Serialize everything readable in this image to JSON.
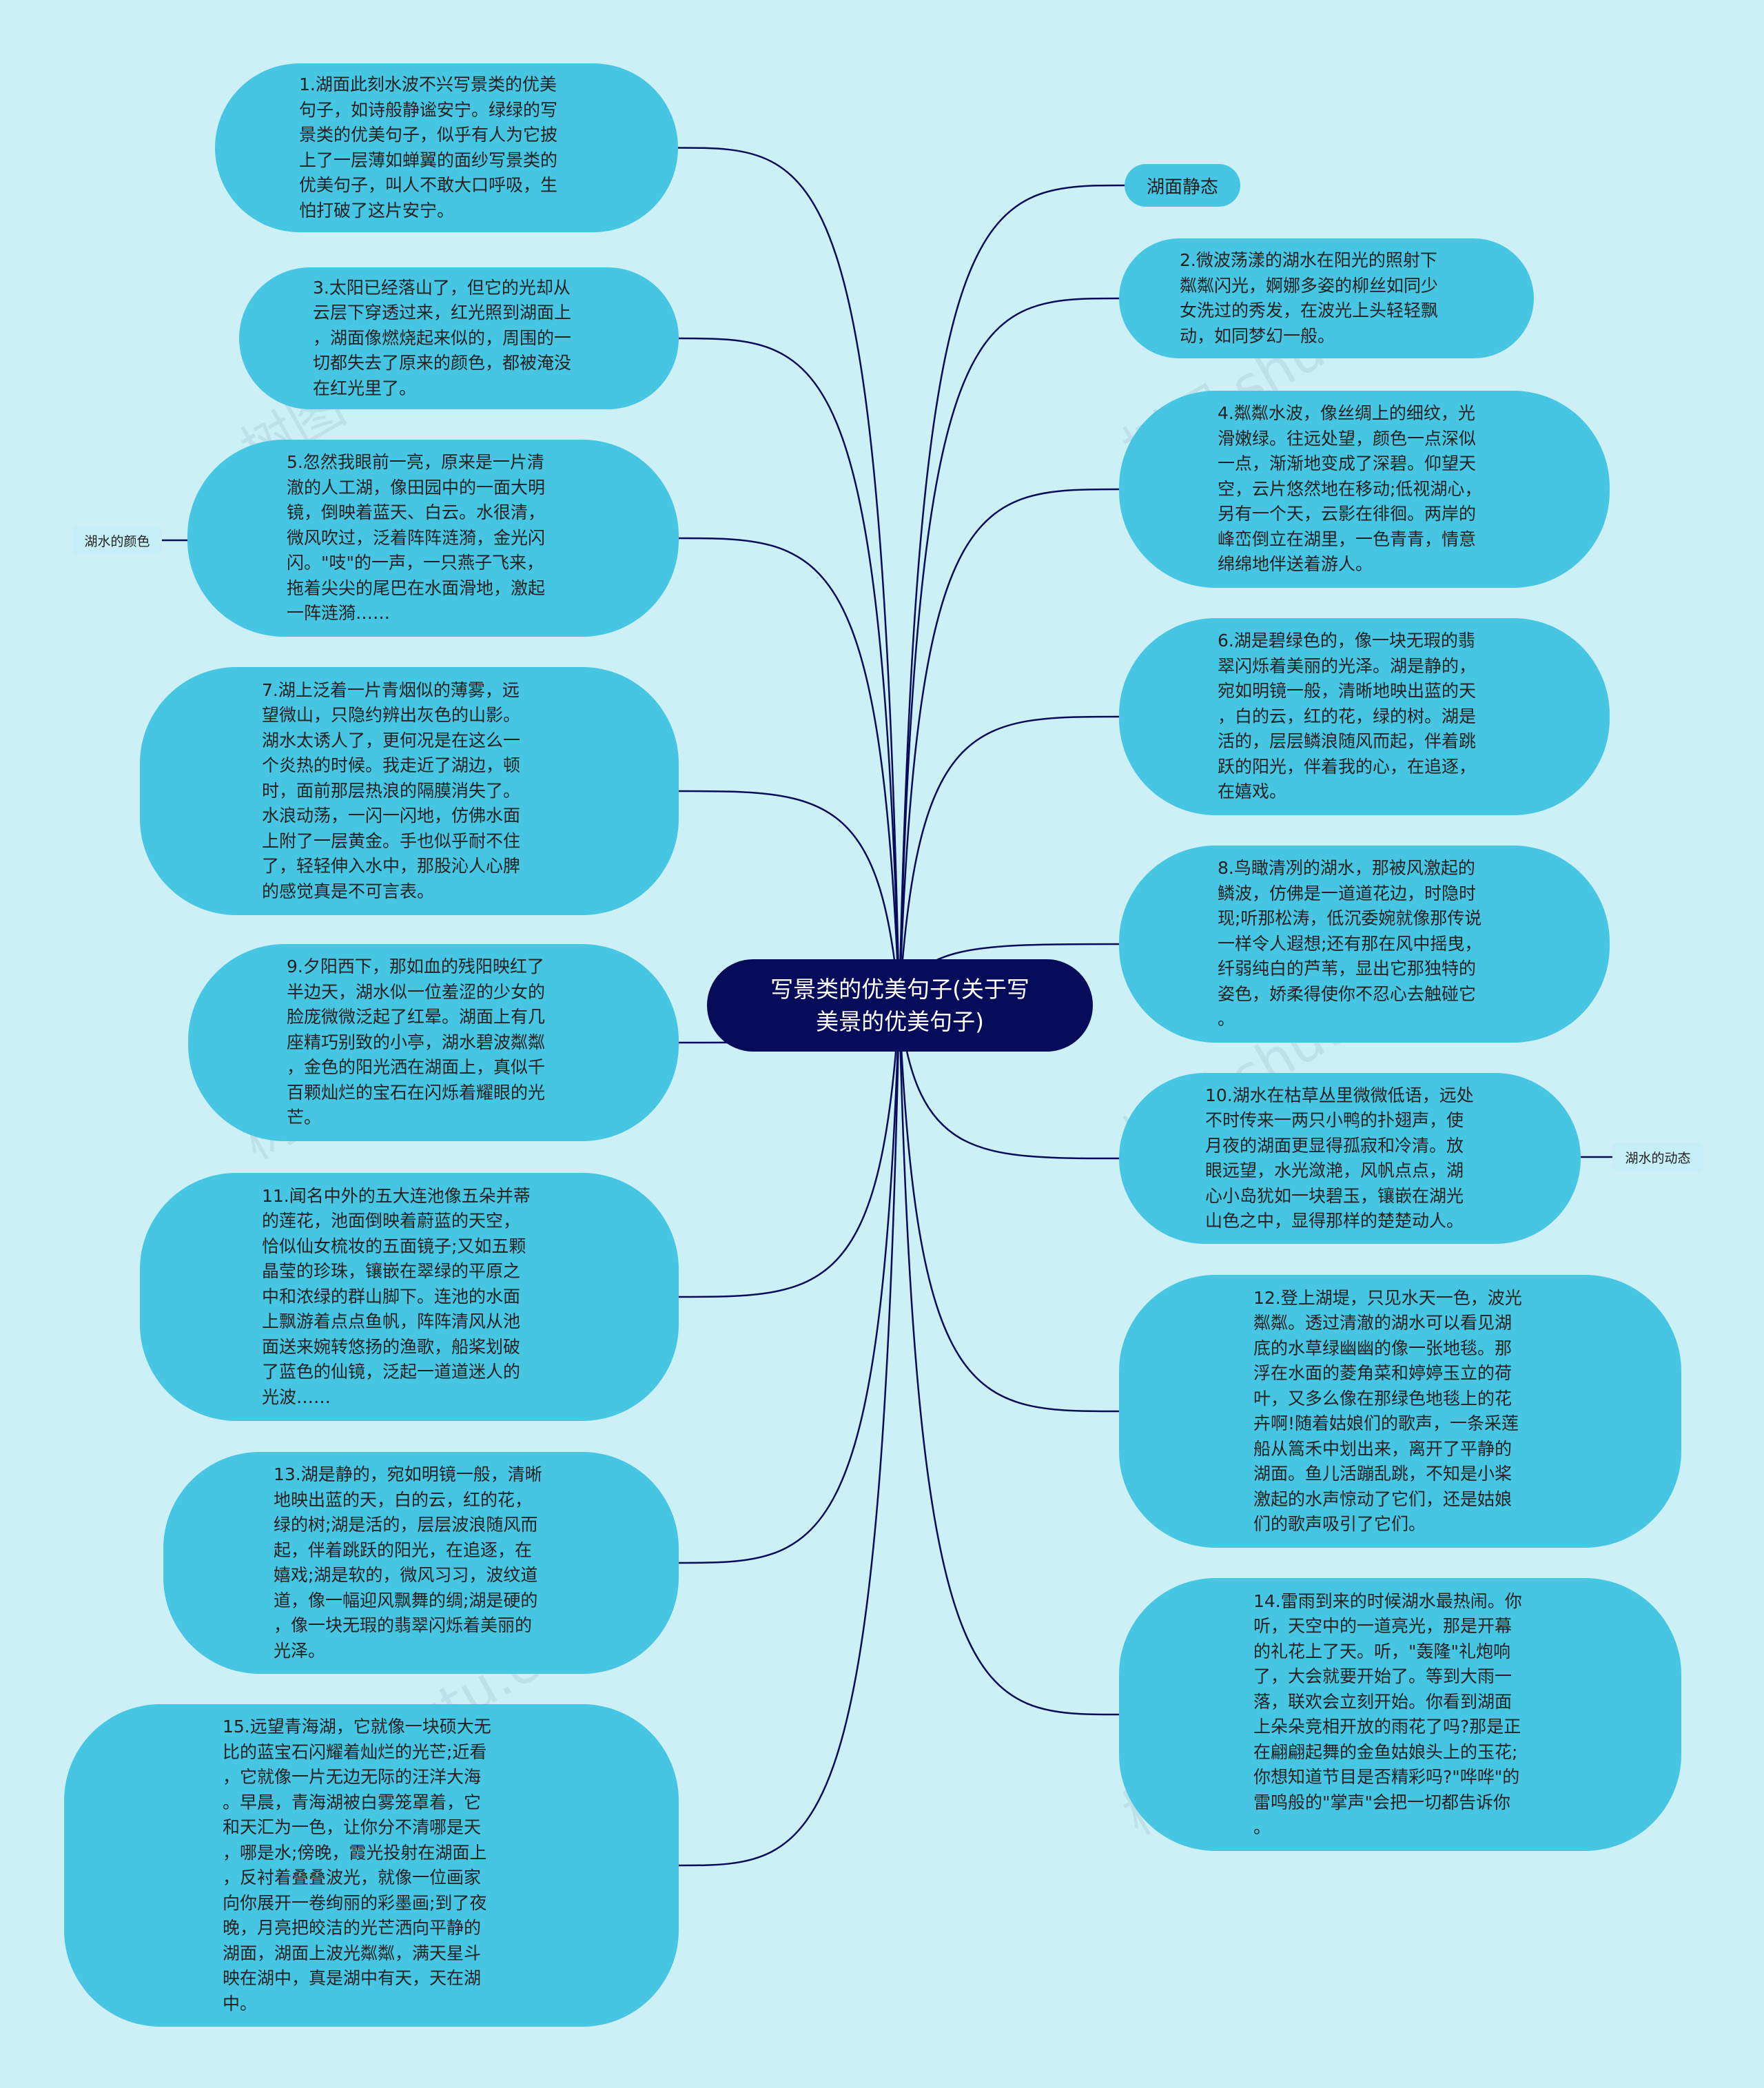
{
  "root": {
    "text": "写景类的优美句子(关于写\n美景的优美句子)"
  },
  "tags": {
    "left": "湖水的颜色",
    "top_right": "湖面静态",
    "right": "湖水的动态"
  },
  "left_nodes": [
    {
      "id": "n1",
      "text": "1.湖面此刻水波不兴写景类的优美\n句子，如诗般静谧安宁。绿绿的写\n景类的优美句子，似乎有人为它披\n上了一层薄如蝉翼的面纱写景类的\n优美句子，叫人不敢大口呼吸，生\n怕打破了这片安宁。"
    },
    {
      "id": "n3",
      "text": "3.太阳已经落山了，但它的光却从\n云层下穿透过来，红光照到湖面上\n，湖面像燃烧起来似的，周围的一\n切都失去了原来的颜色，都被淹没\n在红光里了。"
    },
    {
      "id": "n5",
      "text": "5.忽然我眼前一亮，原来是一片清\n澈的人工湖，像田园中的一面大明\n镜，倒映着蓝天、白云。水很清，\n微风吹过，泛着阵阵涟漪，金光闪\n闪。\"吱\"的一声，一只燕子飞来，\n拖着尖尖的尾巴在水面滑地，激起\n一阵涟漪……"
    },
    {
      "id": "n7",
      "text": "7.湖上泛着一片青烟似的薄雾，远\n望微山，只隐约辨出灰色的山影。\n湖水太诱人了，更何况是在这么一\n个炎热的时候。我走近了湖边，顿\n时，面前那层热浪的隔膜消失了。\n水浪动荡，一闪一闪地，仿佛水面\n上附了一层黄金。手也似乎耐不住\n了，轻轻伸入水中，那股沁人心脾\n的感觉真是不可言表。"
    },
    {
      "id": "n9",
      "text": "9.夕阳西下，那如血的残阳映红了\n半边天，湖水似一位羞涩的少女的\n脸庞微微泛起了红晕。湖面上有几\n座精巧别致的小亭，湖水碧波粼粼\n，金色的阳光洒在湖面上，真似千\n百颗灿烂的宝石在闪烁着耀眼的光\n芒。"
    },
    {
      "id": "n11",
      "text": "11.闻名中外的五大连池像五朵并蒂\n的莲花，池面倒映着蔚蓝的天空，\n恰似仙女梳妆的五面镜子;又如五颗\n晶莹的珍珠，镶嵌在翠绿的平原之\n中和浓绿的群山脚下。连池的水面\n上飘游着点点鱼帆，阵阵清风从池\n面送来婉转悠扬的渔歌，船桨划破\n了蓝色的仙镜，泛起一道道迷人的\n光波……"
    },
    {
      "id": "n13",
      "text": "13.湖是静的，宛如明镜一般，清晰\n地映出蓝的天，白的云，红的花，\n绿的树;湖是活的，层层波浪随风而\n起，伴着跳跃的阳光，在追逐，在\n嬉戏;湖是软的，微风习习，波纹道\n道，像一幅迎风飘舞的绸;湖是硬的\n，像一块无瑕的翡翠闪烁着美丽的\n光泽。"
    },
    {
      "id": "n15",
      "text": "15.远望青海湖，它就像一块硕大无\n比的蓝宝石闪耀着灿烂的光芒;近看\n，它就像一片无边无际的汪洋大海\n。早晨，青海湖被白雾笼罩着，它\n和天汇为一色，让你分不清哪是天\n，哪是水;傍晚，霞光投射在湖面上\n，反衬着叠叠波光，就像一位画家\n向你展开一卷绚丽的彩墨画;到了夜\n晚，月亮把皎洁的光芒洒向平静的\n湖面，湖面上波光粼粼，满天星斗\n映在湖中，真是湖中有天，天在湖\n中。"
    }
  ],
  "right_nodes": [
    {
      "id": "n2",
      "text": "2.微波荡漾的湖水在阳光的照射下\n粼粼闪光，婀娜多姿的柳丝如同少\n女洗过的秀发，在波光上头轻轻飘\n动，如同梦幻一般。"
    },
    {
      "id": "n4",
      "text": "4.粼粼水波，像丝绸上的细纹，光\n滑嫩绿。往远处望，颜色一点深似\n一点，渐渐地变成了深碧。仰望天\n空，云片悠然地在移动;低视湖心，\n另有一个天，云影在徘徊。两岸的\n峰峦倒立在湖里，一色青青，情意\n绵绵地伴送着游人。"
    },
    {
      "id": "n6",
      "text": "6.湖是碧绿色的，像一块无瑕的翡\n翠闪烁着美丽的光泽。湖是静的，\n宛如明镜一般，清晰地映出蓝的天\n，白的云，红的花，绿的树。湖是\n活的，层层鳞浪随风而起，伴着跳\n跃的阳光，伴着我的心，在追逐，\n在嬉戏。"
    },
    {
      "id": "n8",
      "text": "8.鸟瞰清冽的湖水，那被风激起的\n鳞波，仿佛是一道道花边，时隐时\n现;听那松涛，低沉委婉就像那传说\n一样令人遐想;还有那在风中摇曳，\n纤弱纯白的芦苇，显出它那独特的\n姿色，娇柔得使你不忍心去触碰它\n。"
    },
    {
      "id": "n10",
      "text": "10.湖水在枯草丛里微微低语，远处\n不时传来一两只小鸭的扑翅声，使\n月夜的湖面更显得孤寂和冷清。放\n眼远望，水光潋滟，风帆点点，湖\n心小岛犹如一块碧玉，镶嵌在湖光\n山色之中，显得那样的楚楚动人。"
    },
    {
      "id": "n12",
      "text": "12.登上湖堤，只见水天一色，波光\n粼粼。透过清澈的湖水可以看见湖\n底的水草绿幽幽的像一张地毯。那\n浮在水面的菱角菜和婷婷玉立的荷\n叶，又多么像在那绿色地毯上的花\n卉啊!随着姑娘们的歌声，一条采莲\n船从篙禾中划出来，离开了平静的\n湖面。鱼儿活蹦乱跳，不知是小桨\n激起的水声惊动了它们，还是姑娘\n们的歌声吸引了它们。"
    },
    {
      "id": "n14",
      "text": "14.雷雨到来的时候湖水最热闹。你\n听，天空中的一道亮光，那是开幕\n的礼花上了天。听，\"轰隆\"礼炮响\n了，大会就要开始了。等到大雨一\n落，联欢会立刻开始。你看到湖面\n上朵朵竞相开放的雨花了吗?那是正\n在翩翩起舞的金鱼姑娘头上的玉花;\n你想知道节目是否精彩吗?\"哗哗\"的\n雷鸣般的\"掌声\"会把一切都告诉你\n。"
    }
  ],
  "watermarks": [
    "树图 shutu.cn",
    "树图 shutu.cn",
    "树图 shutu.cn",
    "树图 shutu.cn",
    "树图 shutu.cn",
    "树图 shutu.cn"
  ],
  "colors": {
    "background": "#cdf0f7",
    "node_fill": "#46c6e2",
    "root_fill": "#070c5a",
    "line": "#070c5a"
  }
}
